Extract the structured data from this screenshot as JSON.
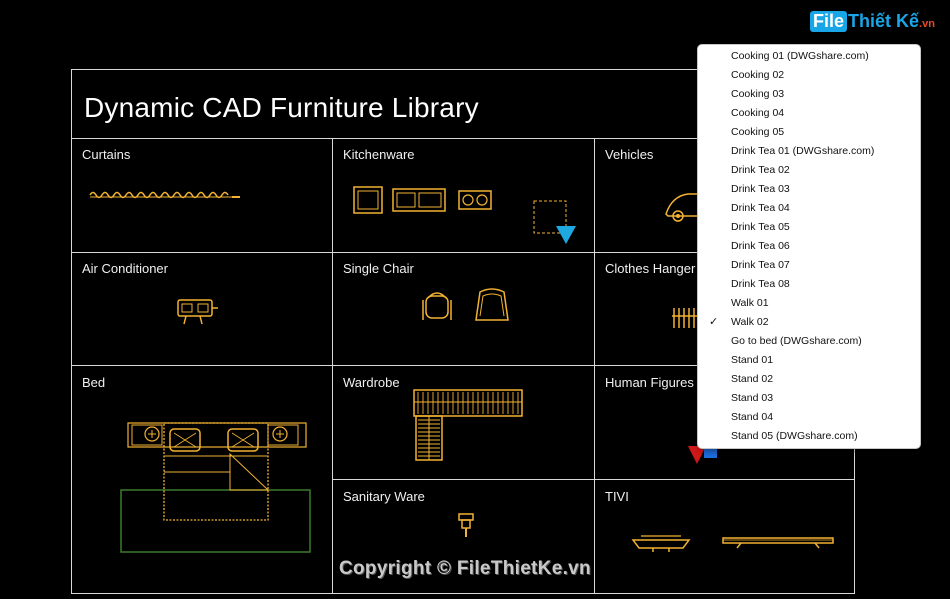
{
  "title": "Dynamic CAD Furniture Library",
  "cells": {
    "curtains": "Curtains",
    "kitchenware": "Kitchenware",
    "vehicles": "Vehicles",
    "air_conditioner": "Air Conditioner",
    "single_chair": "Single Chair",
    "clothes_hanger": "Clothes Hanger R",
    "bed": "Bed",
    "wardrobe": "Wardrobe",
    "human_figures": "Human Figures",
    "sanitary_ware": "Sanitary Ware",
    "tivi": "TIVI"
  },
  "watermark": {
    "logo_part1": "File",
    "logo_part2": "Thiết Kế",
    "logo_part3": ".vn",
    "copyright": "Copyright © FileThietKe.vn"
  },
  "visibility_menu": {
    "selected": "Walk 02",
    "items": [
      "Cooking 01 (DWGshare.com)",
      "Cooking 02",
      "Cooking 03",
      "Cooking 04",
      "Cooking 05",
      "Drink Tea 01  (DWGshare.com)",
      "Drink Tea 02",
      "Drink Tea 03",
      "Drink Tea 04",
      "Drink Tea 05",
      "Drink Tea 06",
      "Drink Tea 07",
      "Drink Tea 08",
      "Walk 01",
      "Walk 02",
      "Go to bed  (DWGshare.com)",
      "Stand 01",
      "Stand 02",
      "Stand 03",
      "Stand 04",
      "Stand 05  (DWGshare.com)"
    ],
    "check_mark": "✓"
  },
  "colors": {
    "symbol": "#f2b233",
    "grip": "#1fa8e0",
    "grip_red": "#d01818",
    "grip_blue": "#1e6ee0",
    "bed_outline": "#3a7a2e",
    "grid": "#d9d9d9"
  }
}
